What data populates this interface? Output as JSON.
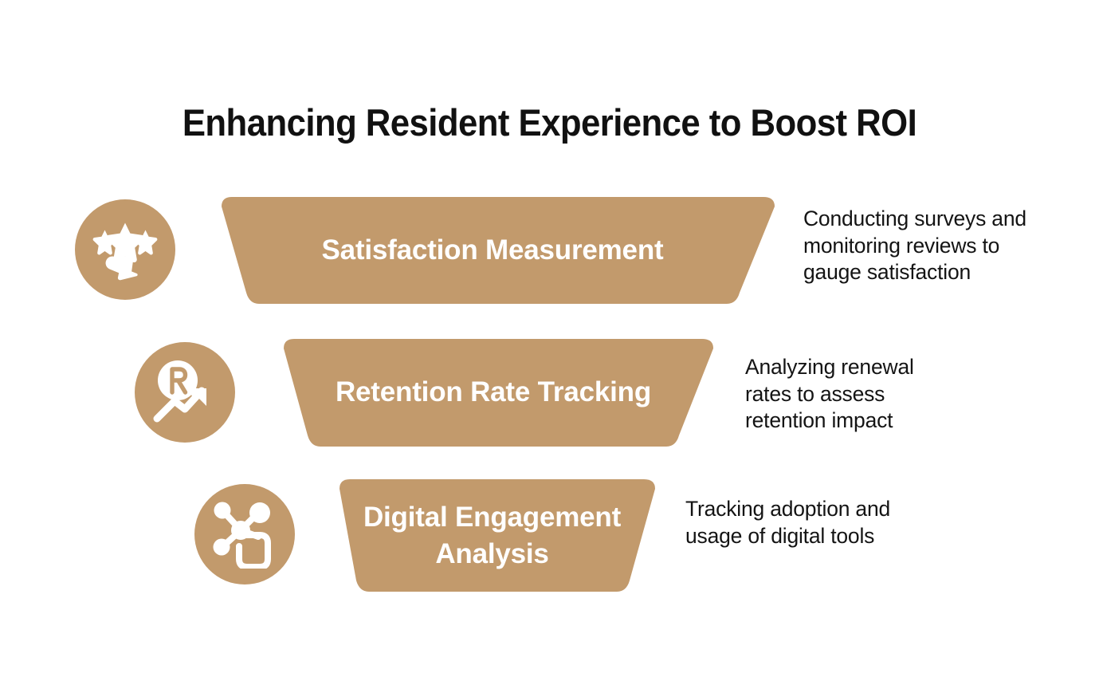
{
  "page": {
    "title": "Enhancing Resident Experience to Boost ROI",
    "background_color": "#FFFFFF",
    "title_color": "#111111",
    "accent_color": "#C29A6C",
    "banner_text_color": "#FFFFFF",
    "description_color": "#141414"
  },
  "steps": [
    {
      "icon_name": "stars-megaphone-icon",
      "label": "Satisfaction Measurement",
      "description": "Conducting surveys and monitoring reviews to gauge satisfaction"
    },
    {
      "icon_name": "retention-growth-arrow-icon",
      "label": "Retention Rate Tracking",
      "description": "Analyzing renewal rates to assess retention impact"
    },
    {
      "icon_name": "network-mobile-icon",
      "label": "Digital Engagement Analysis",
      "description": "Tracking adoption and usage of digital tools"
    }
  ]
}
